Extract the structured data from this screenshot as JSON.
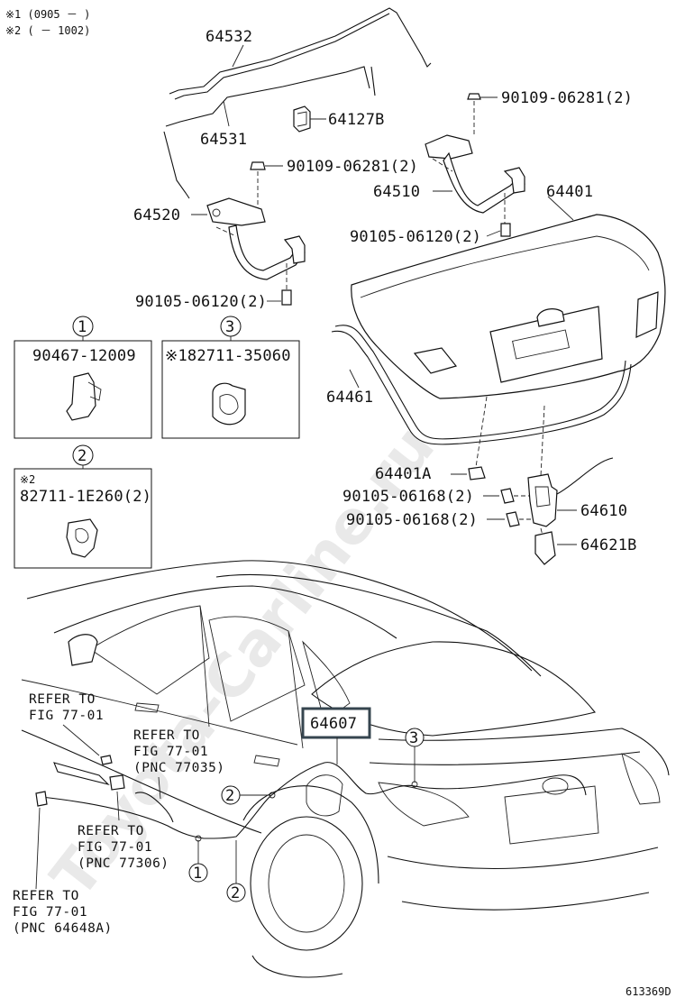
{
  "notes": {
    "note1": "※1 (0905 －      )",
    "note2": "※2 (      － 1002)"
  },
  "parts": {
    "p64532": "64532",
    "p64531": "64531",
    "p64127b": "64127B",
    "p90109a": "90109-06281(2)",
    "p90109b": "90109-06281(2)",
    "p64510": "64510",
    "p64401": "64401",
    "p64520": "64520",
    "p90105a": "90105-06120(2)",
    "p90105b": "90105-06120(2)",
    "p64461": "64461",
    "p64401a": "64401A",
    "p90105c": "90105-06168(2)",
    "p90105d": "90105-06168(2)",
    "p64610": "64610",
    "p64621b": "64621B",
    "p64607": "64607"
  },
  "insets": {
    "inset1": {
      "number": "1",
      "part": "90467-12009"
    },
    "inset3": {
      "number": "3",
      "part": "※182711-35060"
    },
    "inset2": {
      "number": "2",
      "note": "※2",
      "part": "82711-1E260(2)"
    }
  },
  "callouts": {
    "c3": "3",
    "c2a": "2",
    "c1": "1",
    "c2b": "2"
  },
  "refs": {
    "ref1": [
      "REFER TO",
      "FIG 77-01"
    ],
    "ref2": [
      "REFER TO",
      "FIG 77-01",
      "(PNC 77035)"
    ],
    "ref3": [
      "REFER TO",
      "FIG 77-01",
      "(PNC 77306)"
    ],
    "ref4": [
      "REFER TO",
      "FIG 77-01",
      "(PNC 64648A)"
    ]
  },
  "watermark": "Toyota-Carline.ru",
  "diagram_id": "613369D",
  "colors": {
    "highlight": "#36454f",
    "ink": "#111111",
    "watermark": "#e9e9e9"
  }
}
